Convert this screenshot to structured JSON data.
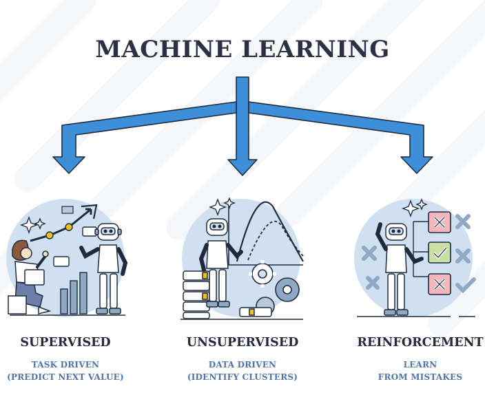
{
  "title": "MACHINE LEARNING",
  "colors": {
    "arrow": "#3f8fd8",
    "outline": "#1f2a3c",
    "circle": "#cfe0f1",
    "title": "#2b3044",
    "subtitle": "#4f74a6",
    "wrong": "#e8878e",
    "right": "#9cc46a",
    "accent": "#f2c01c"
  },
  "branches": [
    {
      "label": "SUPERVISED",
      "line1": "TASK DRIVEN",
      "line2": "(PREDICT NEXT VALUE)"
    },
    {
      "label": "UNSUPERVISED",
      "line1": "DATA DRIVEN",
      "line2": "(IDENTIFY CLUSTERS)"
    },
    {
      "label": "REINFORCEMENT",
      "line1": "LEARN",
      "line2": "FROM MISTAKES"
    }
  ]
}
